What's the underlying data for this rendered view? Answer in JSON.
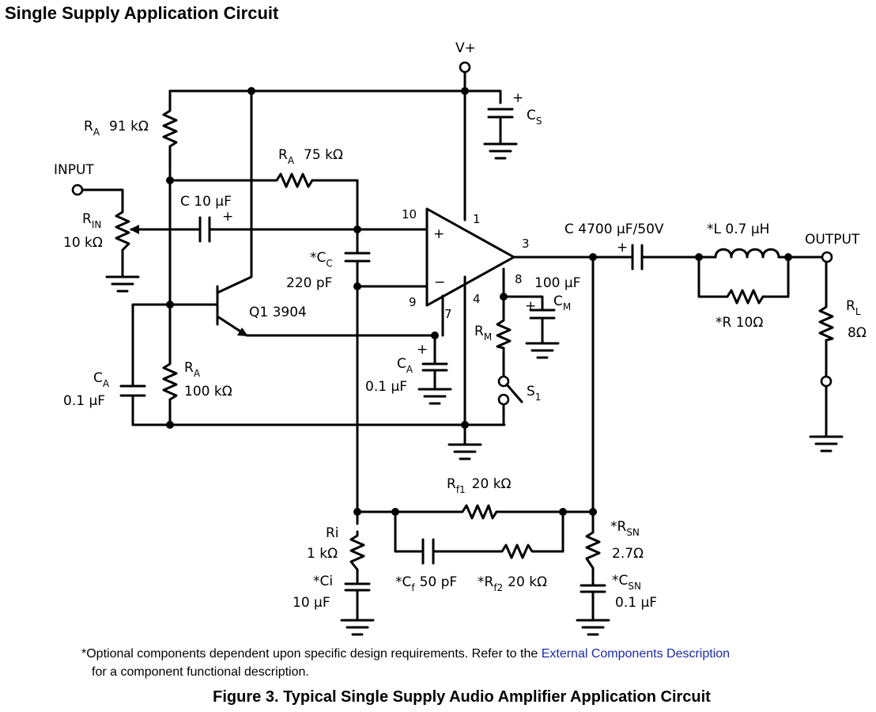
{
  "section_title": "Single Supply Application Circuit",
  "labels": {
    "vplus": "V+",
    "input": "INPUT",
    "output": "OUTPUT",
    "cs": "C",
    "cs_sub": "S",
    "ra1": "R",
    "ra1_sub": "A",
    "ra1_val": "91 kΩ",
    "ra2": "R",
    "ra2_sub": "A",
    "ra2_val": "75 kΩ",
    "cin": "C 10 µF",
    "rin": "R",
    "rin_sub": "IN",
    "rin_val": "10 kΩ",
    "cc": "*C",
    "cc_sub": "C",
    "cc_val": "220 pF",
    "q1": "Q1 3904",
    "ca1": "C",
    "ca1_sub": "A",
    "ca1_val": "0.1 µF",
    "ra3": "R",
    "ra3_sub": "A",
    "ra3_val": "100 kΩ",
    "ca2": "C",
    "ca2_sub": "A",
    "ca2_val": "0.1 µF",
    "cout": "C 4700 µF/50V",
    "l": "*L 0.7 µH",
    "r10": "*R 10Ω",
    "rl": "R",
    "rl_sub": "L",
    "rl_val": "8Ω",
    "cm_val": "100 µF",
    "cm": "C",
    "cm_sub": "M",
    "rm": "R",
    "rm_sub": "M",
    "s1": "S",
    "s1_sub": "1",
    "rf1": "R",
    "rf1_sub": "f1",
    "rf1_val": "20 kΩ",
    "ri": "Ri",
    "ri_val": "1 kΩ",
    "ci": "*Ci",
    "ci_val": "10 µF",
    "cf": "*C",
    "cf_sub": "f",
    "cf_val": "50 pF",
    "rf2": "*R",
    "rf2_sub": "f2",
    "rf2_val": "20 kΩ",
    "rsn": "*R",
    "rsn_sub": "SN",
    "rsn_val": "2.7Ω",
    "csn": "*C",
    "csn_sub": "SN",
    "csn_val": "0.1 µF",
    "plus": "+",
    "minus": "−",
    "pin1": "1",
    "pin3": "3",
    "pin4": "4",
    "pin7": "7",
    "pin8": "8",
    "pin9": "9",
    "pin10": "10"
  },
  "footnote": {
    "text_before": "*Optional components dependent upon specific design requirements. Refer to the ",
    "link_text": "External Components Description",
    "text_after": "for a component functional description.",
    "link_color": "#1a2aa8"
  },
  "figure_caption": "Figure 3.  Typical Single Supply Audio Amplifier Application Circuit"
}
